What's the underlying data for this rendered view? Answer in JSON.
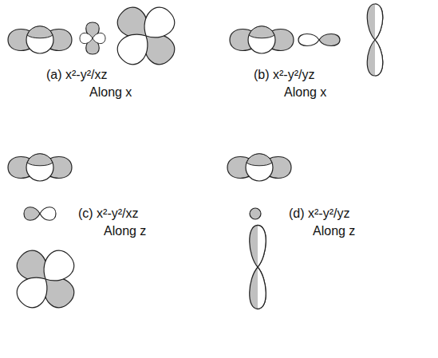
{
  "diagram": {
    "labels": [
      "(a) x²-y²/xz",
      "Along x",
      "(b) x²-y²/yz",
      "Along x",
      "(c) x²-y²/xz",
      "Along z",
      "(d) x²-y²/yz",
      "Along z"
    ]
  }
}
